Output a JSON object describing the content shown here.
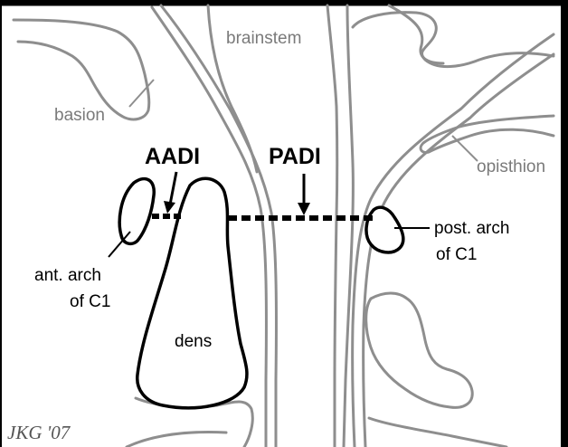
{
  "labels": {
    "brainstem": "brainstem",
    "basion": "basion",
    "opisthion": "opisthion",
    "aadi": "AADI",
    "padi": "PADI",
    "post_arch_line1": "post. arch",
    "post_arch_line2": "of C1",
    "ant_arch_line1": "ant. arch",
    "ant_arch_line2": "of C1",
    "dens": "dens"
  },
  "signature": "JKG '07",
  "colors": {
    "anatomy_outline": "#8e8e8e",
    "bone_outline": "#000000",
    "label_grey": "#7a7a7a",
    "label_black": "#000000",
    "frame": "#000000"
  }
}
